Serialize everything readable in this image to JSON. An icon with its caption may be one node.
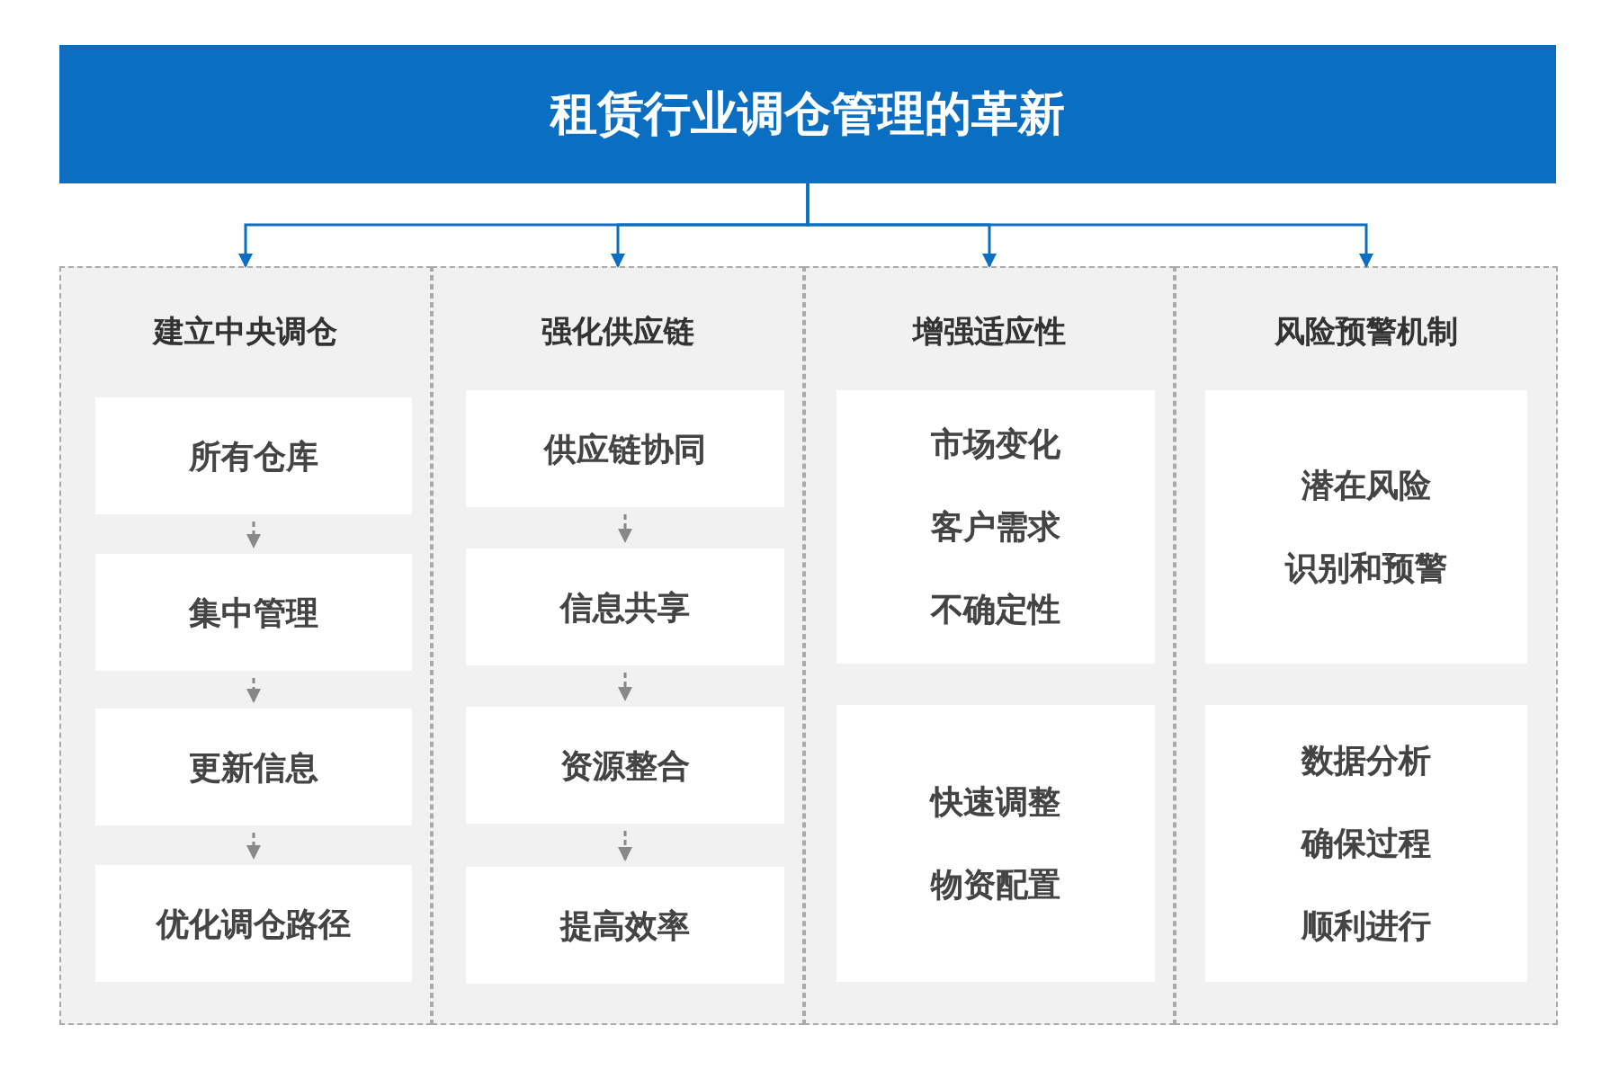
{
  "diagram": {
    "nodes": [
      {
        "text": [
          "租赁行业调仓管理的革新"
        ]
      },
      {
        "text": [
          "建立中央调仓"
        ]
      },
      {
        "text": [
          "所有仓库"
        ],
        "in": 1
      },
      {
        "text": [
          "集中管理"
        ],
        "in": 1
      },
      {
        "text": [
          "更新信息"
        ],
        "in": 1
      },
      {
        "text": [
          "优化调仓路径"
        ],
        "in": 1
      },
      {
        "text": [
          "强化供应链"
        ]
      },
      {
        "text": [
          "供应链协同"
        ],
        "in": 6
      },
      {
        "text": [
          "信息共享"
        ],
        "in": 6
      },
      {
        "text": [
          "资源整合"
        ],
        "in": 6
      },
      {
        "text": [
          "提高效率"
        ],
        "in": 6
      },
      {
        "text": [
          "增强适应性"
        ]
      },
      {
        "text": [
          "市场变化",
          "客户需求",
          "不确定性"
        ],
        "in": 11
      },
      {
        "text": [
          "快速调整",
          "物资配置"
        ],
        "in": 11
      },
      {
        "text": [
          "风险预警机制"
        ]
      },
      {
        "text": [
          "潜在风险",
          "识别和预警"
        ],
        "in": 14
      },
      {
        "text": [
          "数据分析",
          "确保过程",
          "顺利进行"
        ],
        "in": 14
      }
    ],
    "edges": [
      {
        "from": 0,
        "to": 1,
        "arrow": "to",
        "color": "#0a6fc2"
      },
      {
        "from": 0,
        "to": 6,
        "arrow": "to",
        "color": "#0a6fc2"
      },
      {
        "from": 0,
        "to": 11,
        "arrow": "to",
        "color": "#0a6fc2"
      },
      {
        "from": 0,
        "to": 14,
        "arrow": "to",
        "color": "#0a6fc2"
      },
      {
        "from": 2,
        "to": 3,
        "arrow": "to",
        "style": "dashed"
      },
      {
        "from": 3,
        "to": 4,
        "arrow": "to",
        "style": "dashed"
      },
      {
        "from": 4,
        "to": 5,
        "arrow": "to",
        "style": "dashed"
      },
      {
        "from": 7,
        "to": 8,
        "arrow": "to",
        "style": "dashed"
      },
      {
        "from": 8,
        "to": 9,
        "arrow": "to",
        "style": "dashed"
      },
      {
        "from": 9,
        "to": 10,
        "arrow": "to",
        "style": "dashed"
      }
    ]
  }
}
